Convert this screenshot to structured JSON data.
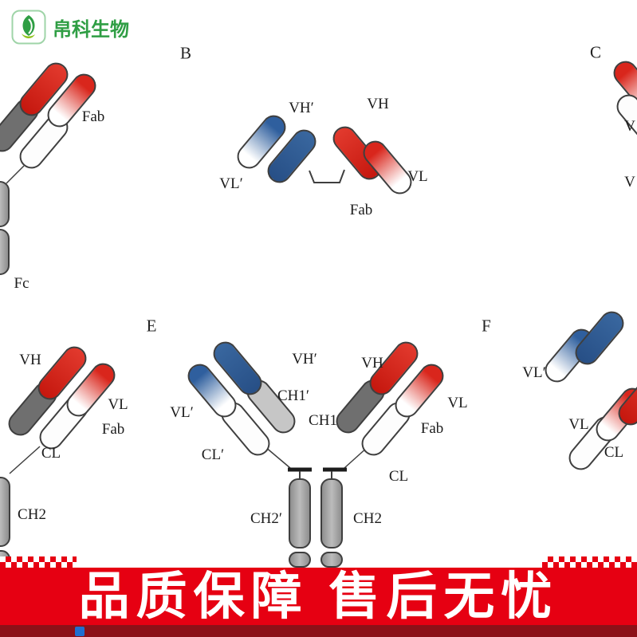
{
  "logo": {
    "brand": "帛科生物"
  },
  "panel_a": {
    "fab": "Fab",
    "fc": "Fc"
  },
  "panel_b": {
    "letter": "B",
    "vh_prime": "VH′",
    "vl_prime": "VL′",
    "vh": "VH",
    "vl": "VL",
    "fab": "Fab"
  },
  "panel_c": {
    "letter": "C",
    "v_top": "V",
    "v_bottom": "V"
  },
  "panel_d": {
    "vh": "VH",
    "vl": "VL",
    "fab": "Fab",
    "cl": "CL",
    "ch2": "CH2"
  },
  "panel_e": {
    "letter": "E",
    "vh_prime": "VH′",
    "ch1_prime": "CH1′",
    "ch1": "CH1",
    "vh": "VH",
    "vl_prime": "VL′",
    "cl_prime": "CL′",
    "vl": "VL",
    "fab": "Fab",
    "cl": "CL",
    "ch2_prime": "CH2′",
    "ch2": "CH2"
  },
  "panel_f": {
    "letter": "F",
    "vl_prime": "VL′",
    "vl": "VL",
    "cl": "CL"
  },
  "banner": {
    "headline": "品质保障 售后无忧"
  },
  "colors": {
    "red": "#d9261c",
    "blue": "#2f5f9e",
    "banner_red": "#e60012",
    "footer_red": "#8c1118",
    "brand_green": "#2f9e44"
  }
}
